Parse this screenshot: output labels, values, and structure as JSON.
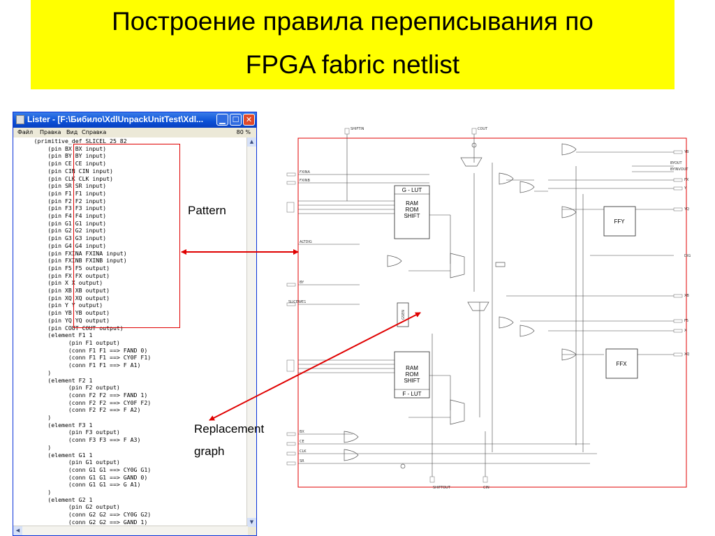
{
  "slide": {
    "title_line1": "Построение правила переписывания по",
    "title_line2": "FPGA fabric netlist",
    "pattern_label": "Pattern",
    "replacement_label_line1": "Replacement",
    "replacement_label_line2": "graph",
    "accent_color": "#ffff00",
    "arrow_color": "#e00000"
  },
  "lister": {
    "window_title": "Lister - [F:\\Бибило\\XdlUnpackUnitTest\\Xdl...",
    "menu": [
      "Файл",
      "Правка",
      "Вид",
      "Справка"
    ],
    "zoom": "80 %",
    "code_lines": [
      "      (primitive_def SLICEL 25 82",
      "          (pin BX BX input)",
      "          (pin BY BY input)",
      "          (pin CE CE input)",
      "          (pin CIN CIN input)",
      "          (pin CLK CLK input)",
      "          (pin SR SR input)",
      "          (pin F1 F1 input)",
      "          (pin F2 F2 input)",
      "          (pin F3 F3 input)",
      "          (pin F4 F4 input)",
      "          (pin G1 G1 input)",
      "          (pin G2 G2 input)",
      "          (pin G3 G3 input)",
      "          (pin G4 G4 input)",
      "          (pin FXINA FXINA input)",
      "          (pin FXINB FXINB input)",
      "          (pin F5 F5 output)",
      "          (pin FX FX output)",
      "          (pin X X output)",
      "          (pin XB XB output)",
      "          (pin XQ XQ output)",
      "          (pin Y Y output)",
      "          (pin YB YB output)",
      "          (pin YQ YQ output)",
      "          (pin COUT COUT output)",
      "          (element F1 1",
      "                (pin F1 output)",
      "                (conn F1 F1 ==> FAND 0)",
      "                (conn F1 F1 ==> CY0F F1)",
      "                (conn F1 F1 ==> F A1)",
      "          )",
      "          (element F2 1",
      "                (pin F2 output)",
      "                (conn F2 F2 ==> FAND 1)",
      "                (conn F2 F2 ==> CY0F F2)",
      "                (conn F2 F2 ==> F A2)",
      "          )",
      "          (element F3 1",
      "                (pin F3 output)",
      "                (conn F3 F3 ==> F A3)",
      "          )",
      "          (element G1 1",
      "                (pin G1 output)",
      "                (conn G1 G1 ==> CY0G G1)",
      "                (conn G1 G1 ==> GAND 0)",
      "                (conn G1 G1 ==> G A1)",
      "          )",
      "          (element G2 1",
      "                (pin G2 output)",
      "                (conn G2 G2 ==> CY0G G2)",
      "                (conn G2 G2 ==> GAND 1)"
    ]
  },
  "diagram": {
    "lut_g": [
      "G - LUT",
      "RAM",
      "ROM",
      "SHIFT"
    ],
    "lut_f": [
      "RAM",
      "ROM",
      "SHIFT",
      "F - LUT"
    ],
    "ffy": "FFY",
    "ffx": "FFX",
    "gsen": "GSEN",
    "top_labels": [
      "SHIFTIN",
      "COUT"
    ],
    "bottom_labels": [
      "SHIFTOUT",
      "CIN"
    ],
    "left_pins": [
      "FXINA",
      "FXINB",
      "ALTDIG",
      "BY",
      "SLICEWE1",
      "BX",
      "CE",
      "CLK",
      "SR"
    ],
    "right_pins": [
      "YB",
      "BYOUT",
      "BYINVOUT",
      "FX",
      "Y",
      "YQ",
      "DIG",
      "XB",
      "F5",
      "X",
      "XQ"
    ]
  }
}
